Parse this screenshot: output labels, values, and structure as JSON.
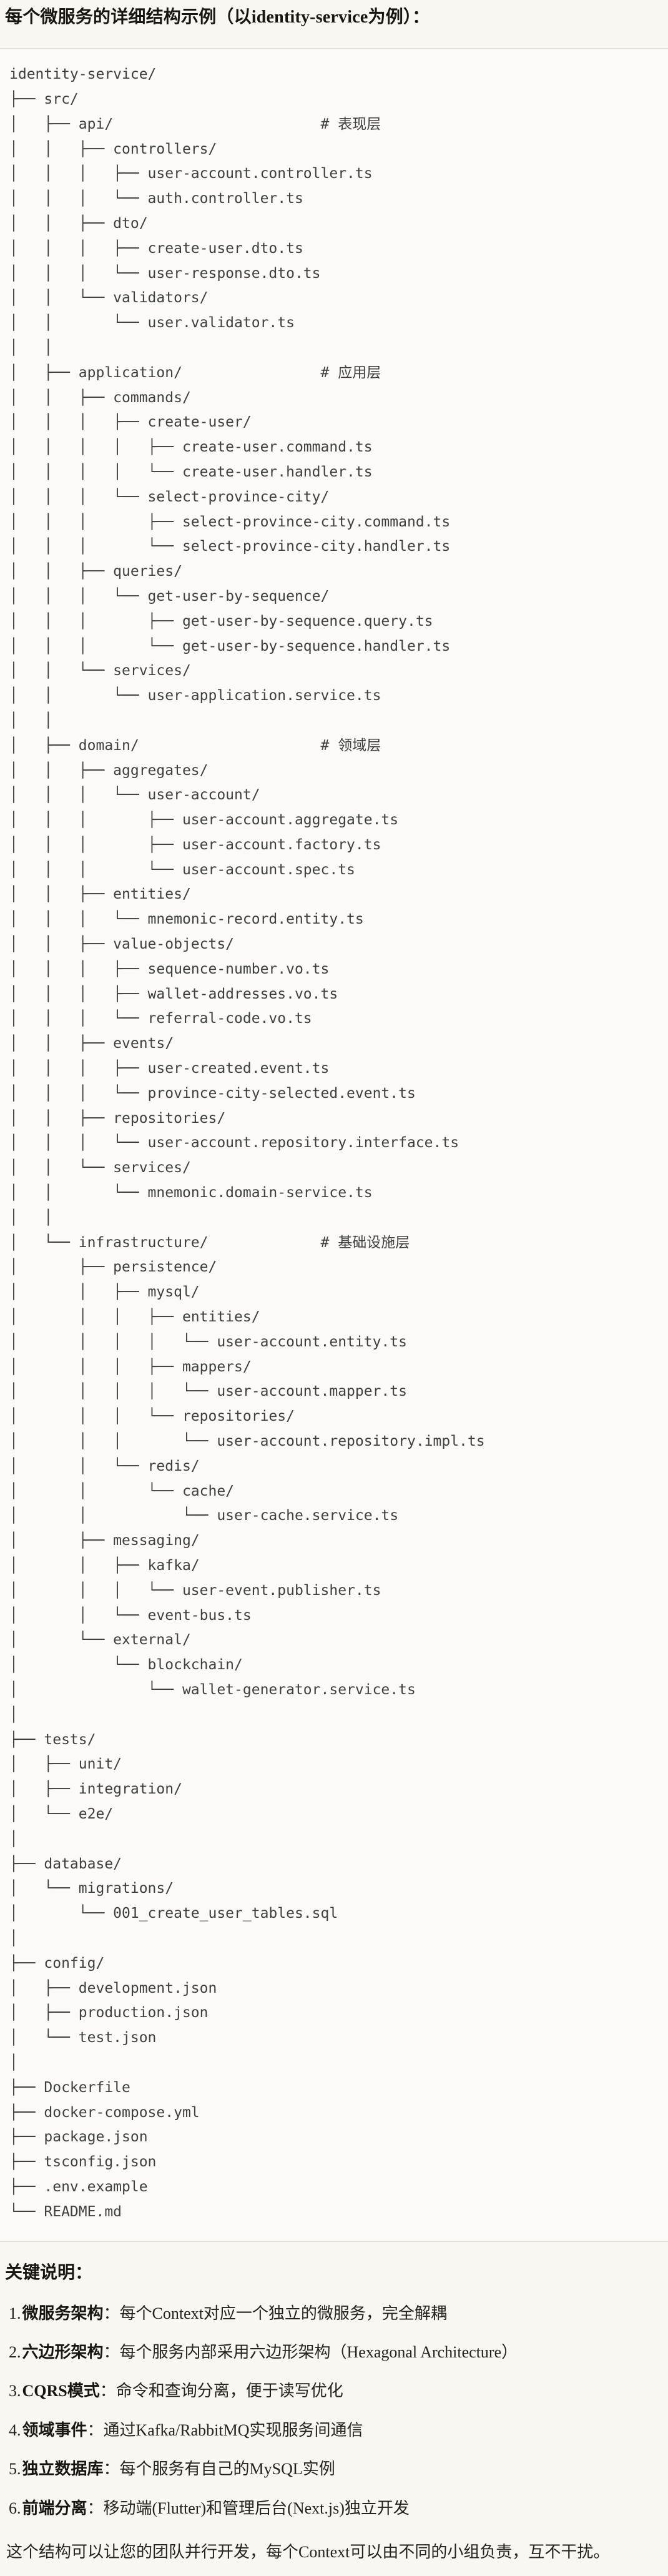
{
  "page": {
    "title": "每个微服务的详细结构示例（以identity-service为例）：",
    "tree_lines": [
      "identity-service/",
      "├── src/",
      "│   ├── api/                        # 表现层",
      "│   │   ├── controllers/",
      "│   │   │   ├── user-account.controller.ts",
      "│   │   │   └── auth.controller.ts",
      "│   │   ├── dto/",
      "│   │   │   ├── create-user.dto.ts",
      "│   │   │   └── user-response.dto.ts",
      "│   │   └── validators/",
      "│   │       └── user.validator.ts",
      "│   │",
      "│   ├── application/                # 应用层",
      "│   │   ├── commands/",
      "│   │   │   ├── create-user/",
      "│   │   │   │   ├── create-user.command.ts",
      "│   │   │   │   └── create-user.handler.ts",
      "│   │   │   └── select-province-city/",
      "│   │   │       ├── select-province-city.command.ts",
      "│   │   │       └── select-province-city.handler.ts",
      "│   │   ├── queries/",
      "│   │   │   └── get-user-by-sequence/",
      "│   │   │       ├── get-user-by-sequence.query.ts",
      "│   │   │       └── get-user-by-sequence.handler.ts",
      "│   │   └── services/",
      "│   │       └── user-application.service.ts",
      "│   │",
      "│   ├── domain/                     # 领域层",
      "│   │   ├── aggregates/",
      "│   │   │   └── user-account/",
      "│   │   │       ├── user-account.aggregate.ts",
      "│   │   │       ├── user-account.factory.ts",
      "│   │   │       └── user-account.spec.ts",
      "│   │   ├── entities/",
      "│   │   │   └── mnemonic-record.entity.ts",
      "│   │   ├── value-objects/",
      "│   │   │   ├── sequence-number.vo.ts",
      "│   │   │   ├── wallet-addresses.vo.ts",
      "│   │   │   └── referral-code.vo.ts",
      "│   │   ├── events/",
      "│   │   │   ├── user-created.event.ts",
      "│   │   │   └── province-city-selected.event.ts",
      "│   │   ├── repositories/",
      "│   │   │   └── user-account.repository.interface.ts",
      "│   │   └── services/",
      "│   │       └── mnemonic.domain-service.ts",
      "│   │",
      "│   └── infrastructure/             # 基础设施层",
      "│       ├── persistence/",
      "│       │   ├── mysql/",
      "│       │   │   ├── entities/",
      "│       │   │   │   └── user-account.entity.ts",
      "│       │   │   ├── mappers/",
      "│       │   │   │   └── user-account.mapper.ts",
      "│       │   │   └── repositories/",
      "│       │   │       └── user-account.repository.impl.ts",
      "│       │   └── redis/",
      "│       │       └── cache/",
      "│       │           └── user-cache.service.ts",
      "│       ├── messaging/",
      "│       │   ├── kafka/",
      "│       │   │   └── user-event.publisher.ts",
      "│       │   └── event-bus.ts",
      "│       └── external/",
      "│           └── blockchain/",
      "│               └── wallet-generator.service.ts",
      "│",
      "├── tests/",
      "│   ├── unit/",
      "│   ├── integration/",
      "│   └── e2e/",
      "│",
      "├── database/",
      "│   └── migrations/",
      "│       └── 001_create_user_tables.sql",
      "│",
      "├── config/",
      "│   ├── development.json",
      "│   ├── production.json",
      "│   └── test.json",
      "│",
      "├── Dockerfile",
      "├── docker-compose.yml",
      "├── package.json",
      "├── tsconfig.json",
      "├── .env.example",
      "└── README.md"
    ],
    "notes": {
      "heading": "关键说明：",
      "items": [
        {
          "num": "1.",
          "label": "微服务架构",
          "text": "：每个Context对应一个独立的微服务，完全解耦"
        },
        {
          "num": "2.",
          "label": "六边形架构",
          "text": "：每个服务内部采用六边形架构（Hexagonal Architecture）"
        },
        {
          "num": "3.",
          "label": "CQRS模式",
          "text": "：命令和查询分离，便于读写优化"
        },
        {
          "num": "4.",
          "label": "领域事件",
          "text": "：通过Kafka/RabbitMQ实现服务间通信"
        },
        {
          "num": "5.",
          "label": "独立数据库",
          "text": "：每个服务有自己的MySQL实例"
        },
        {
          "num": "6.",
          "label": "前端分离",
          "text": "：移动端(Flutter)和管理后台(Next.js)独立开发"
        }
      ],
      "footer": "这个结构可以让您的团队并行开发，每个Context可以由不同的小组负责，互不干扰。"
    },
    "colors": {
      "page_bg": "#f8f7f2",
      "code_bg": "#fbfaf7",
      "border": "#dedcd5",
      "tree_text": "#3f3f3c",
      "heading_text": "#171613"
    }
  }
}
